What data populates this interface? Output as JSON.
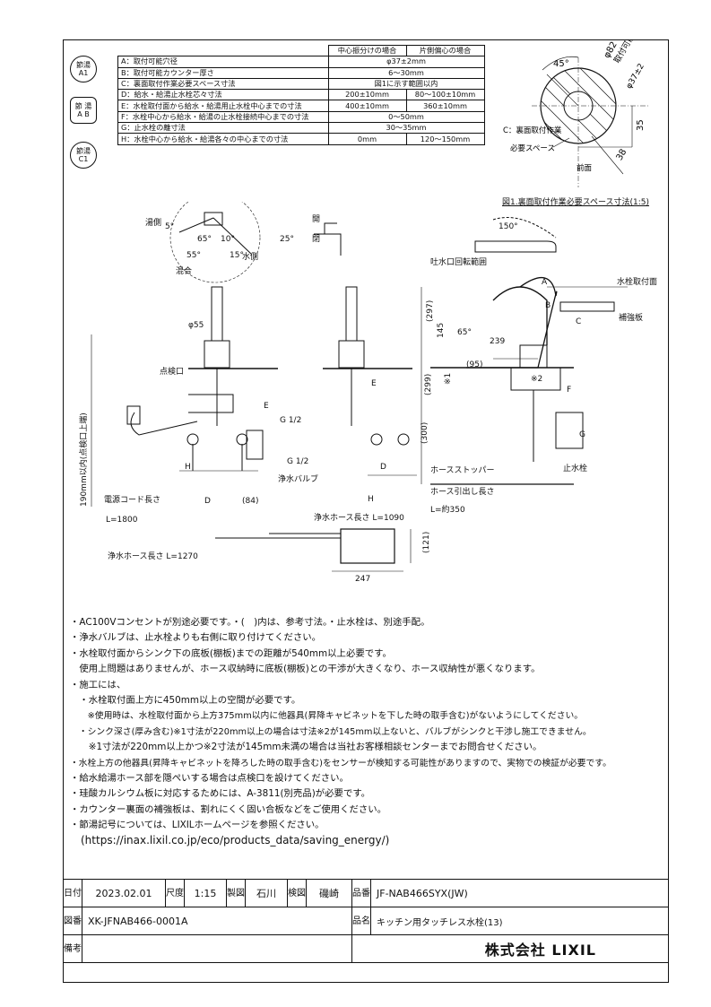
{
  "badges": [
    {
      "line1": "節湯",
      "line2": "A1"
    },
    {
      "line1": "節 湯",
      "line2": "A B"
    },
    {
      "line1": "節湯",
      "line2": "C1"
    }
  ],
  "spec_table": {
    "headers": [
      "中心振分けの場合",
      "片側偏心の場合"
    ],
    "rows": [
      {
        "label": "A：取付可能穴径",
        "center": "φ37±2mm",
        "offset": "",
        "merged": true
      },
      {
        "label": "B：取付可能カウンター厚さ",
        "center": "6～30mm",
        "offset": "",
        "merged": true
      },
      {
        "label": "C：裏面取付作業必要スペース寸法",
        "center": "図1に示す範囲以内",
        "offset": "",
        "merged": true
      },
      {
        "label": "D：給水・給湯止水栓芯々寸法",
        "center": "200±10mm",
        "offset": "80～100±10mm",
        "merged": false
      },
      {
        "label": "E：水栓取付面から給水・給湯用止水栓中心までの寸法",
        "center": "400±10mm",
        "offset": "360±10mm",
        "merged": false
      },
      {
        "label": "F：水栓中心から給水・給湯の止水栓接続中心までの寸法",
        "center": "0～50mm",
        "offset": "",
        "merged": true
      },
      {
        "label": "G：止水栓の離寸法",
        "center": "30～35mm",
        "offset": "",
        "merged": true
      },
      {
        "label": "H：水栓中心から給水・給湯各々の中心までの寸法",
        "center": "0mm",
        "offset": "120～150mm",
        "merged": false
      }
    ]
  },
  "fig1": {
    "caption": "図1.裏面取付作業必要スペース寸法(1:5)",
    "angle": "45°",
    "dia": "φ82",
    "hole_label": "取付可能穴",
    "hole_dia": "φ37±2",
    "space_label1": "C：裏面取付作業",
    "space_label2": "必要スペース",
    "front": "前面",
    "dim35": "35",
    "dim38": "38"
  },
  "labels": {
    "hot_side": "湯側",
    "water_side": "水側",
    "mix": "混合",
    "a5": "5°",
    "a65": "65°",
    "a10": "10°",
    "a55": "55°",
    "a15": "15°",
    "open": "開",
    "close": "閉",
    "a25": "25°",
    "a150": "150°",
    "spout_range": "吐水口回転範囲",
    "phi55": "φ55",
    "inspection": "点検口",
    "e1": "E",
    "e2": "E",
    "g12a": "G 1/2",
    "g12b": "G 1/2",
    "valve": "浄水バルブ",
    "h1": "H",
    "h2": "H",
    "d1": "D",
    "d2": "D",
    "d84": "(84)",
    "cord_len": "電源コード長さ",
    "cord_l": "L=1800",
    "hose1090": "浄水ホース長さ L=1090",
    "hose1270": "浄水ホース長さ L=1270",
    "v190": "190mm以内(点検口上端)",
    "d121": "(121)",
    "d247": "247",
    "d297": "(297)",
    "d145": "145",
    "d239": "239",
    "d65": "65°",
    "d95": "(95)",
    "d299": "(299)",
    "star1": "※1",
    "star2": "※2",
    "d300": "(300)",
    "la": "A",
    "lb": "B",
    "lc": "C",
    "lf": "F",
    "lg": "G",
    "mount_face": "水栓取付面",
    "reinforce": "補強板",
    "hose_stopper": "ホースストッパー",
    "hose_draw": "ホース引出し長さ",
    "hose_l": "L=約350",
    "stop_valve": "止水栓"
  },
  "notes": [
    "・AC100Vコンセントが別途必要です。・(　)内は、参考寸法。・止水栓は、別途手配。",
    "・浄水バルブは、止水栓よりも右側に取り付けてください。",
    "・水栓取付面からシンク下の底板(棚板)までの距離が540mm以上必要です。",
    "　使用上問題はありませんが、ホース収納時に底板(棚板)との干渉が大きくなり、ホース収納性が悪くなります。",
    "・施工には、",
    "　・水栓取付面上方に450mm以上の空間が必要です。",
    "　　※使用時は、水栓取付面から上方375mm以内に他器具(昇降キャビネットを下した時の取手含む)がないようにしてください。",
    "　・シンク深さ(厚み含む)※1寸法が220mm以上の場合は寸法※2が145mm以上ないと、バルブがシンクと干渉し施工できません。",
    "　　※1寸法が220mm以上かつ※2寸法が145mm未満の場合は当社お客様相談センターまでお問合せください。",
    "・水栓上方の他器具(昇降キャビネットを降ろした時の取手含む)をセンサーが検知する可能性がありますので、実物での検証が必要です。",
    "・給水給湯ホース部を隠ぺいする場合は点検口を設けてください。",
    "・珪酸カルシウム板に対応するためには、A-3811(別売品)が必要です。",
    "・カウンター裏面の補強板は、割れにくく固い合板などをご使用ください。",
    "・節湯記号については、LIXILホームページを参照ください。",
    "　(https://inax.lixil.co.jp/eco/products_data/saving_energy/)"
  ],
  "title_block": {
    "date_h": "日付",
    "date": "2023.02.01",
    "scale_h": "尺度",
    "scale": "1:15",
    "drawn_h": "製図",
    "drawn": "石川",
    "check_h": "検図",
    "check": "磯崎",
    "part_h": "品番",
    "part": "JF-NAB466SYX(JW)",
    "dwg_h": "図番",
    "dwg": "XK-JFNAB466-0001A",
    "name_h": "品名",
    "name": "キッチン用タッチレス水栓(13)",
    "remark_h": "備考",
    "remark": "",
    "company": "株式会社 LIXIL"
  }
}
